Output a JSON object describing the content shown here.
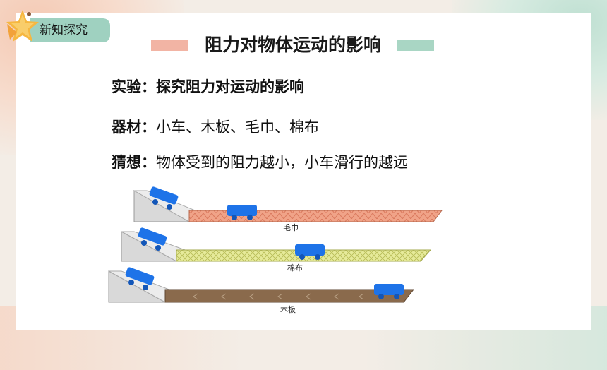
{
  "header": {
    "section_tag": "新知探究",
    "title": "阻力对物体运动的影响"
  },
  "content": {
    "experiment": {
      "label": "实验：",
      "text": "探究阻力对运动的影响"
    },
    "materials": {
      "label": "器材：",
      "text": "小车、木板、毛巾、棉布"
    },
    "hypothesis": {
      "label": "猜想：",
      "text": "物体受到的阻力越小，小车滑行的越远"
    }
  },
  "diagram": {
    "surfaces": [
      {
        "label": "毛巾"
      },
      {
        "label": "棉布"
      },
      {
        "label": "木板"
      }
    ]
  },
  "colors": {
    "tag_bg": "#9fd1c0",
    "title_accent_left": "#f2b4a4",
    "title_accent_right": "#a9d6c4",
    "car": "#1e73e8",
    "towel": "#f0a388",
    "cotton": "#e6ea9a",
    "wood": "#8a6a4c"
  }
}
